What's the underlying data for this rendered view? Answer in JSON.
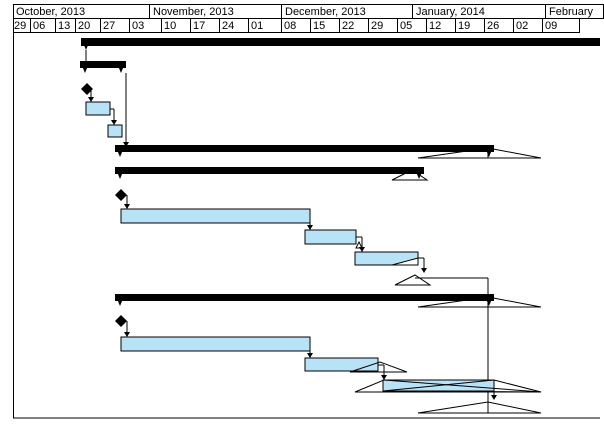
{
  "timescale": {
    "months": [
      {
        "label": "October, 2013",
        "start": 13
      },
      {
        "label": "November, 2013",
        "start": 150
      },
      {
        "label": "December, 2013",
        "start": 282
      },
      {
        "label": "January, 2014",
        "start": 413
      },
      {
        "label": "February",
        "start": 546
      }
    ],
    "weeks": [
      "29",
      "06",
      "13",
      "20",
      "27",
      "03",
      "10",
      "17",
      "24",
      "01",
      "08",
      "15",
      "22",
      "29",
      "05",
      "12",
      "19",
      "26",
      "02",
      "09"
    ]
  },
  "colors": {
    "task_fill": "#b8e2f6",
    "task_border": "#000000",
    "summary_fill": "#000000",
    "background": "#ffffff"
  },
  "legend_icons": [
    "milestone-diamond-icon",
    "summary-bar-icon",
    "task-bar-icon",
    "deadline-triangle-icon"
  ]
}
